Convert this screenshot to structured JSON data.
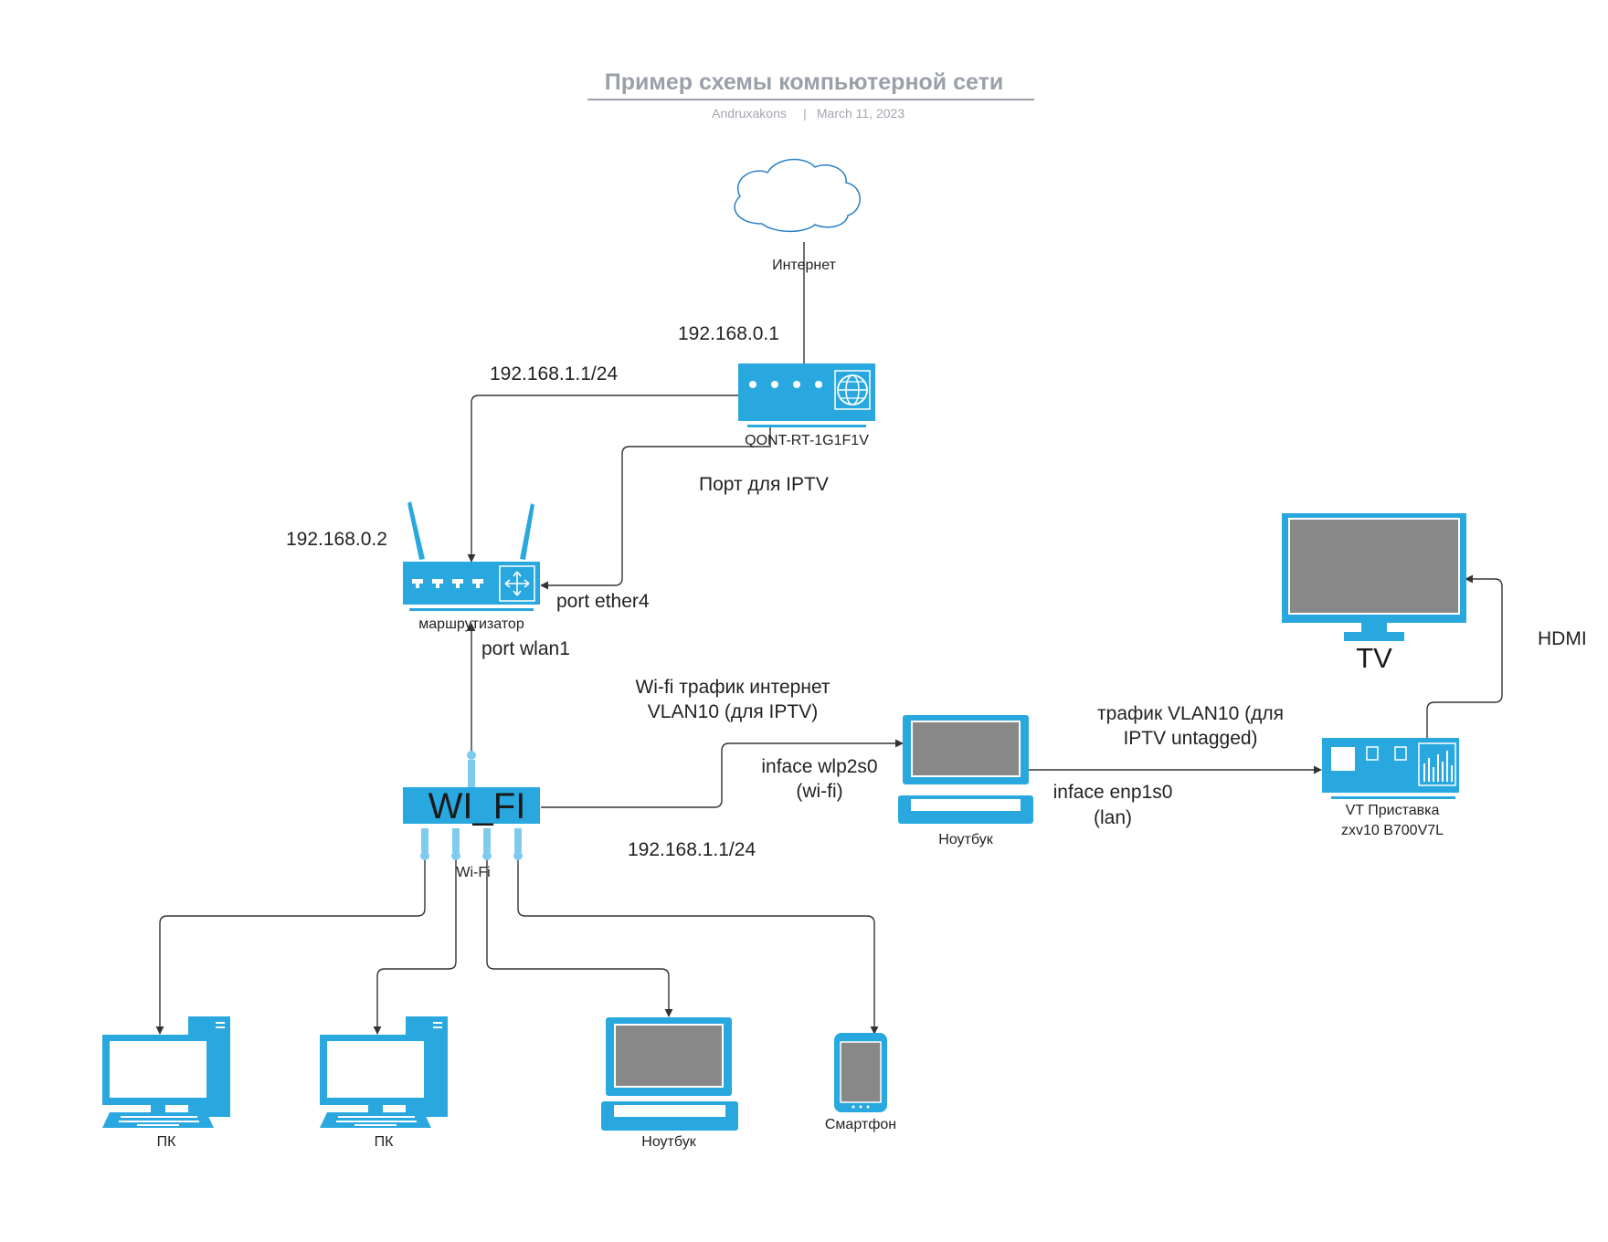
{
  "header": {
    "title": "Пример схемы компьютерной сети",
    "author": "Andruxakons",
    "separator": "|",
    "date": "March 11, 2023"
  },
  "colors": {
    "device_blue": "#29a8e0",
    "port_blue": "#7fcbee",
    "screen_gray": "#888888",
    "line": "#333333",
    "title_gray": "#9a9fa8"
  },
  "nodes": {
    "internet": {
      "label": "Интернет",
      "icon": "cloud-icon"
    },
    "ont": {
      "label": "QONT-RT-1G1F1V",
      "icon": "modem-icon"
    },
    "router": {
      "label": "маршрутизатор",
      "icon": "router-icon"
    },
    "wifi": {
      "label": "Wi-Fi",
      "title": "WI_FI",
      "icon": "wifi-access-point-icon"
    },
    "laptop_main": {
      "label": "Ноутбук",
      "icon": "laptop-icon"
    },
    "stb": {
      "label_line1": "VT Приставка",
      "label_line2": "zxv10 B700V7L",
      "icon": "set-top-box-icon"
    },
    "tv": {
      "label": "TV",
      "icon": "tv-icon"
    },
    "pc1": {
      "label": "ПК",
      "icon": "desktop-pc-icon"
    },
    "pc2": {
      "label": "ПК",
      "icon": "desktop-pc-icon"
    },
    "laptop2": {
      "label": "Ноутбук",
      "icon": "laptop-icon"
    },
    "phone": {
      "label": "Смартфон",
      "icon": "smartphone-icon"
    }
  },
  "annotations": {
    "ont_ip": "192.168.0.1",
    "ont_subnet": "192.168.1.1/24",
    "iptv_port": "Порт для IPTV",
    "router_ip": "192.168.0.2",
    "port_ether4": "port ether4",
    "port_wlan1": "port wlan1",
    "wifi_traffic_line1": "Wi-fi трафик интернет",
    "wifi_traffic_line2": "VLAN10 (для IPTV)",
    "wlp_line1": "inface wlp2s0",
    "wlp_line2": "(wi-fi)",
    "wifi_subnet": "192.168.1.1/24",
    "enp_line1": "inface enp1s0",
    "enp_line2": "(lan)",
    "vlan_line1": "трафик VLAN10 (для",
    "vlan_line2": "IPTV untagged)",
    "hdmi": "HDMI"
  }
}
